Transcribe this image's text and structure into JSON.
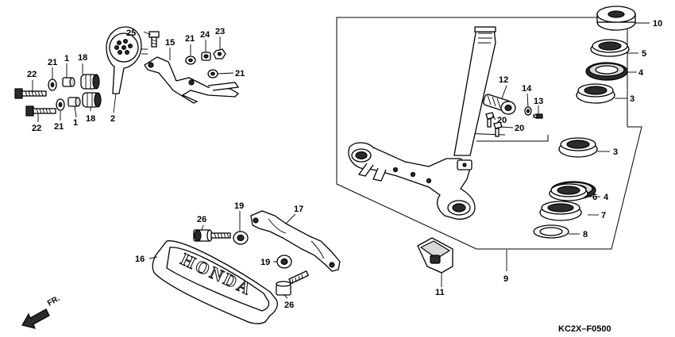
{
  "diagram_code": "KC2X–F0500",
  "direction_label": "FR.",
  "callouts": {
    "c1a": "1",
    "c1b": "1",
    "c2": "2",
    "c3a": "3",
    "c3b": "3",
    "c4a": "4",
    "c4b": "4",
    "c5": "5",
    "c6": "6",
    "c7": "7",
    "c8": "8",
    "c9": "9",
    "c10": "10",
    "c11": "11",
    "c12": "12",
    "c13": "13",
    "c14": "14",
    "c15": "15",
    "c16": "16",
    "c17": "17",
    "c18a": "18",
    "c18b": "18",
    "c19a": "19",
    "c19b": "19",
    "c20a": "20",
    "c20b": "20",
    "c21a": "21",
    "c21b": "21",
    "c21c": "21",
    "c21d": "21",
    "c22a": "22",
    "c22b": "22",
    "c23": "23",
    "c24": "24",
    "c25": "25",
    "c26a": "26",
    "c26b": "26"
  },
  "emblem_text": "HONDA",
  "icons": [
    "front-direction-arrow-icon"
  ]
}
